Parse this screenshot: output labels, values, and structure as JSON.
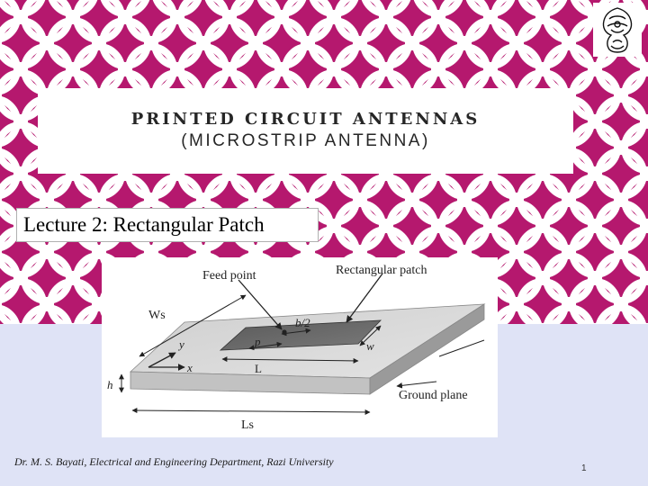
{
  "slide": {
    "title_line1": "PRINTED CIRCUIT ANTENNAS",
    "title_line2": "(MICROSTRIP ANTENNA)",
    "subtitle": "Lecture 2: Rectangular Patch",
    "footer": "Dr. M. S. Bayati, Electrical and Engineering Department, Razi University",
    "page_number": "1"
  },
  "figure": {
    "labels": {
      "feed_point": "Feed point",
      "rectangular_patch": "Rectangular patch",
      "ws": "Ws",
      "b2": "b/2",
      "y": "y",
      "p": "p",
      "w": "w",
      "x": "x",
      "l": "L",
      "h": "h",
      "ground_plane": "Ground plane",
      "ls": "Ls"
    }
  },
  "colors": {
    "magenta": "#b5186e",
    "ring": "#ffffff",
    "lower_bg": "#dfe3f6"
  },
  "logo": {
    "icon": "university-emblem-icon"
  }
}
